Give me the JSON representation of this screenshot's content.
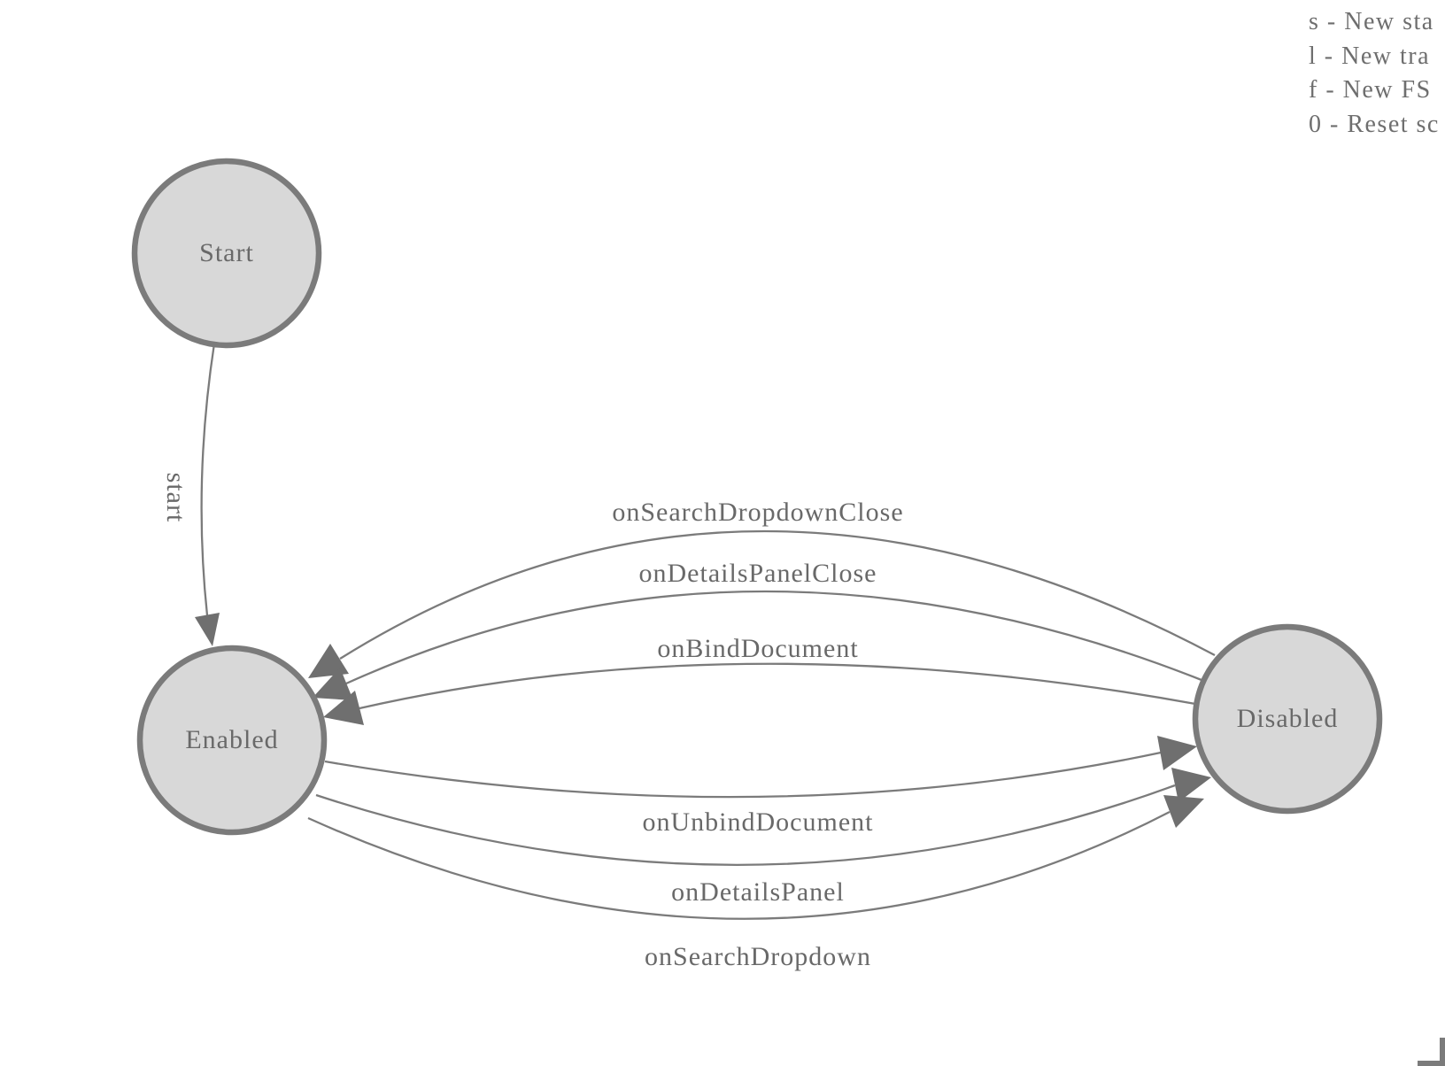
{
  "legend": {
    "items": [
      {
        "label": "s - New sta"
      },
      {
        "label": "l - New tra"
      },
      {
        "label": "f - New FS"
      },
      {
        "label": "0 - Reset sc"
      }
    ]
  },
  "diagram": {
    "type": "finite-state-machine",
    "states": [
      {
        "id": "start",
        "label": "Start"
      },
      {
        "id": "enabled",
        "label": "Enabled"
      },
      {
        "id": "disabled",
        "label": "Disabled"
      }
    ],
    "transitions": [
      {
        "from": "Start",
        "to": "Enabled",
        "label": "start"
      },
      {
        "from": "Disabled",
        "to": "Enabled",
        "label": "onSearchDropdownClose"
      },
      {
        "from": "Disabled",
        "to": "Enabled",
        "label": "onDetailsPanelClose"
      },
      {
        "from": "Disabled",
        "to": "Enabled",
        "label": "onBindDocument"
      },
      {
        "from": "Enabled",
        "to": "Disabled",
        "label": "onUnbindDocument"
      },
      {
        "from": "Enabled",
        "to": "Disabled",
        "label": "onDetailsPanel"
      },
      {
        "from": "Enabled",
        "to": "Disabled",
        "label": "onSearchDropdown"
      }
    ],
    "colors": {
      "node_fill": "#d8d8d8",
      "node_border": "#7b7b7b",
      "edge": "#7b7b7b",
      "arrowhead": "#6f6f6f",
      "text": "#696969",
      "background": "#ffffff"
    }
  }
}
